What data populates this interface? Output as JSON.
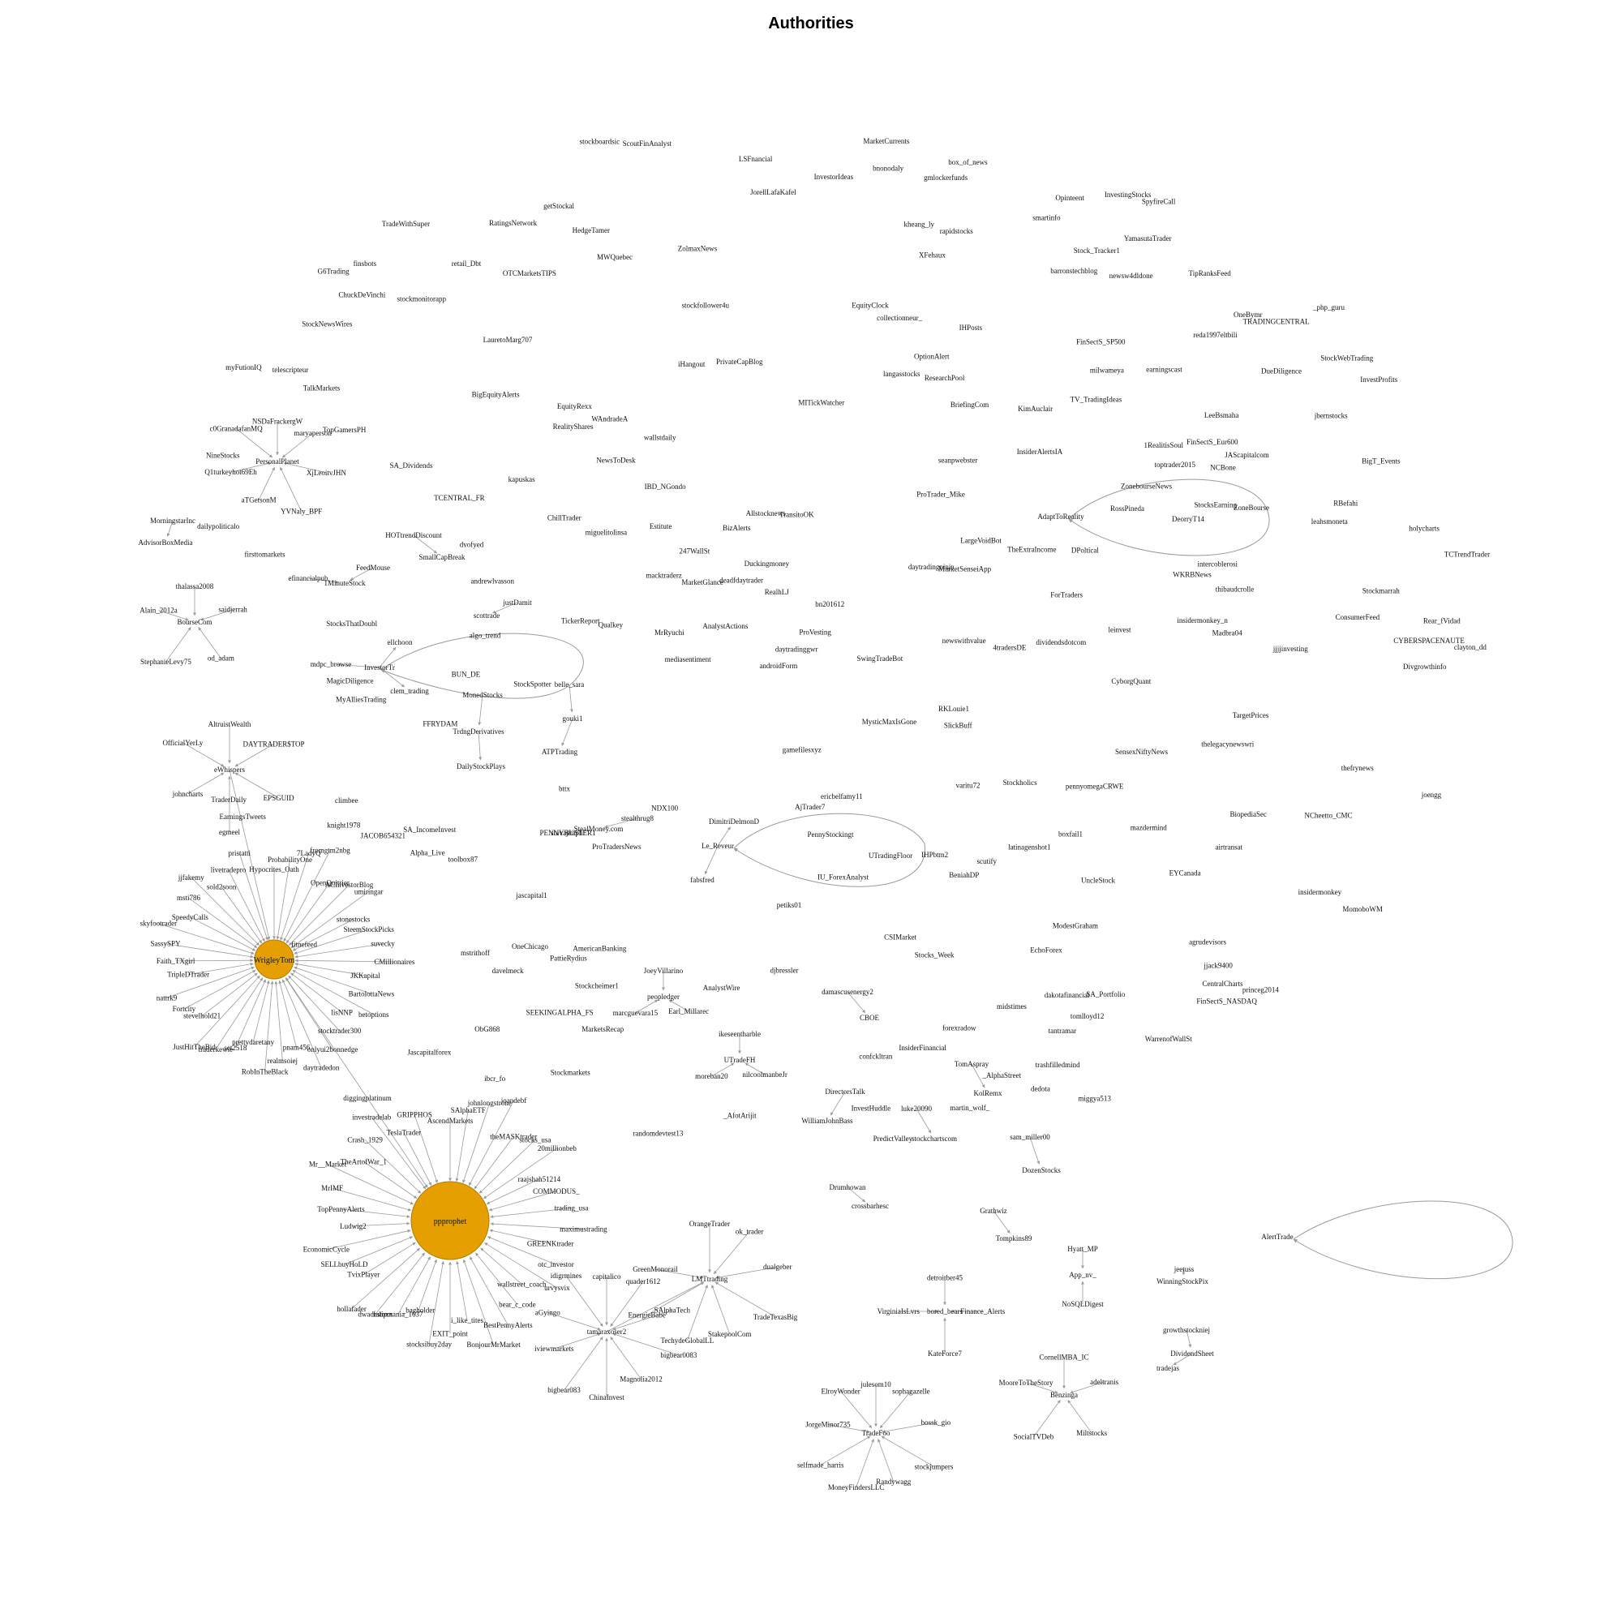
{
  "title": "Authorities",
  "colors": {
    "hub_fill": "#e69f00",
    "edge": "#9a9a9a",
    "text": "#111111"
  },
  "hubs": [
    "WrigleyTom",
    "ppprophet"
  ],
  "stars": [
    {
      "center": "ppprophet",
      "leaves": [
        "AscendMarkets",
        "SAlphaETF",
        "johnlongstrone",
        "joandebf",
        "theMASKtrader",
        "stocks_usa",
        "20millionbeb",
        "raajshah51214",
        "COMMODUS_",
        "trading_usa",
        "maximustrading",
        "GREENKtrader",
        "otc_investor",
        "urvysvix",
        "wallstreet_coach",
        "bear_c_code",
        "BestPennyAlerts",
        "BonjourMrMarket",
        "i_like_tites",
        "EXIT_point",
        "stocksibuy2day",
        "_bagholder",
        "fulipmania_1637",
        "dwadestoxx",
        "hollafader",
        "TvixPlayer",
        "SELLbuyHoLD",
        "EconomicCycle",
        "Ludwig2",
        "TopPennyAlerts",
        "MrIMF",
        "Mr__Market",
        "TheArtofWar_1",
        "Crash_1929",
        "investradelab",
        "TeslaTrader",
        "GRIPPHOS",
        "diggingplatinum"
      ]
    },
    {
      "center": "WrigleyTom",
      "leaves": [
        "Hypocrites_Oath",
        "ProbabilityOne",
        "7LadyQ",
        "fromgtm2nbg",
        "OpenQuitrier",
        "ACInvestorBlog",
        "umiringar",
        "stonestocks",
        "SteemStockPicks",
        "suvecky",
        "CMillionaires",
        "JKKapital",
        "BartolottaNews",
        "betoptions",
        "lisNNP",
        "stocktrader300",
        "onlyui2bonnedge",
        "daytradedon",
        "pnam456",
        "realmsoiej",
        "RobInTheBlack",
        "prettydaretany",
        "set2518",
        "traderkewie",
        "JustHitTheBid",
        "stevelhold21",
        "Fortcity",
        "nattrk9",
        "TripleDTrader",
        "Faith_TXgirl",
        "SassySPY",
        "skyfootrader",
        "SpeedyCalls",
        "msti786",
        "jjfakemy",
        "sold2soon",
        "livetradepro",
        "pristatti",
        "eWhispers"
      ]
    },
    {
      "center": "eWhispers",
      "leaves": [
        "AltruistWealth",
        "DAYTRADER$TOP",
        "EPSGUID",
        "egmeel",
        "johncharts",
        "OfficialYerLy"
      ]
    },
    {
      "center": "PersonalPlanet",
      "leaves": [
        "NSDaFrackergW",
        "maryaperson",
        "XjLeoitvJHN",
        "YVNaly_BPF",
        "aTGetsonM",
        "Q1turkeyhot69Eh",
        "c0GranadafanMQ"
      ]
    },
    {
      "center": "BourseCom",
      "leaves": [
        "thalassa2008",
        "saidjerrah",
        "od_adam",
        "StephanieLevy75",
        "Alain_2012a"
      ]
    },
    {
      "center": "LMTtrading",
      "leaves": [
        "OrangeTrader",
        "ok_trader",
        "dualgeber",
        "TradeTexasBig",
        "StakepoolCom",
        "TechydeGlobalLL",
        "EnergieBabe",
        "GreenMonorail",
        "tamaraxoser2"
      ]
    },
    {
      "center": "tamaraxoser2",
      "leaves": [
        "capitalico",
        "quader1612",
        "SAlphaTech",
        "bigbear0083",
        "Magnolia2012",
        "ChinaInvest",
        "bigbear083",
        "iviewmarkets",
        "aGyingo",
        "idigrmines"
      ]
    },
    {
      "center": "TradeFoo",
      "leaves": [
        "julesom10",
        "sophagazelle",
        "bossk_gio",
        "stockjumpers",
        "Randywagg",
        "MoneyFindersLLC",
        "selfmade_harris",
        "JorgeMinor735",
        "ElroyWonder"
      ]
    },
    {
      "center": "Benzinga",
      "leaves": [
        "CornellMBA_IC",
        "adeltranis",
        "Miltstocks",
        "SocialTVDeb",
        "MooreToTheStory"
      ]
    },
    {
      "center": "peopledger",
      "leaves": [
        "JoeyVillarino",
        "Earl_Millarec",
        "marcguevara15"
      ]
    },
    {
      "center": "UTradeFH",
      "leaves": [
        "ikeseentharble",
        "nilcoolmanbeJr",
        "moreban20"
      ]
    },
    {
      "center": "bored_bears",
      "leaves": [
        "detroitber45",
        "Finance_Alerts",
        "KateForce7",
        "VirginiaIsLvrs"
      ]
    },
    {
      "center": "App_nv_",
      "leaves": [
        "Hyatt_MP",
        "NoSQLDigest"
      ]
    }
  ],
  "pairs": [
    [
      "FeedMouse",
      "1MinuteStock"
    ],
    [
      "efinancialpub",
      "1MinuteStock"
    ],
    [
      "HOTtrendDiscount",
      "SmallCapBreak"
    ],
    [
      "MorningstarInc",
      "AdvisorBoxMedia"
    ],
    [
      "justDamit",
      "scottrade"
    ],
    [
      "MonedStocks",
      "TrdngDerivatives"
    ],
    [
      "TrdngDerivatives",
      "DailyStockPlays"
    ],
    [
      "gouki1",
      "ATPTrading"
    ],
    [
      "belle_sara",
      "gouki1"
    ],
    [
      "damascusenergy2",
      "CBOE"
    ],
    [
      "DirectorsTalk",
      "WilliamJohnBass"
    ],
    [
      "luke20090",
      "stockchartscom"
    ],
    [
      "sam_miller00",
      "DozenStocks"
    ],
    [
      "TomAspray",
      "KolRemx"
    ],
    [
      "Drumhowan",
      "crossbarhesc"
    ],
    [
      "Grathwiz",
      "Tompkins89"
    ],
    [
      "growthstockniej",
      "DividendSheet"
    ],
    [
      "DividendSheet",
      "tradejas"
    ],
    [
      "jeetuss",
      "WinningStockPix"
    ],
    [
      "stealthrug8",
      "StealMoney.com"
    ],
    [
      "shivajitaphi",
      "PENNYBUSTER1"
    ],
    [
      "InvestorTr",
      "mdpc_browse"
    ],
    [
      "InvestorTr",
      "ellchoon"
    ],
    [
      "InvestorTr",
      "clem_trading"
    ],
    [
      "Le_Reveur",
      "DimitriDelmonD"
    ],
    [
      "Le_Reveur",
      "fabsfred"
    ]
  ],
  "loops": [
    "InvestorTr",
    "AdaptToReality",
    "Le_Reveur",
    "AlertTrade"
  ],
  "loop_members": [
    {
      "owner": "AdaptToReality",
      "members": [
        "RossPineda",
        "DeorryT14",
        "ZoneBourse"
      ]
    },
    {
      "owner": "Le_Reveur",
      "members": [
        "PennyStockingt",
        "UTradingFloor"
      ]
    }
  ],
  "isolated": [
    "InsiderAlertsIA",
    "boxfail1",
    "Jascapitalforex",
    "SA_Portfolio",
    "ZonebourseNews",
    "reda1997eltbili",
    "ResearchPool",
    "mstrithoff",
    "StocksThatDoubl",
    "ChillTrader",
    "deadfdaytrader",
    "OneBymr",
    "SA_Dividends",
    "mediasentiment",
    "Rear_fVidad",
    "earningscast",
    "JAScapitalcom",
    "Stock_Tracker1",
    "rapidstocks",
    "DPoltical",
    "TV_TradingIdeas",
    "247WallSt",
    "_AfotArijit",
    "LSFnancial",
    "OTCMarketsTIPS",
    "RealityShares",
    "PrivateCapBlog",
    "Madbra04",
    "scutify",
    "androidForm",
    "BUN_DE",
    "thefrynews",
    "TraderDaily",
    "TheExtraIncome",
    "airtransat",
    "PattieRydius",
    "clayton_dd",
    "tantramar",
    "IHPbtm2",
    "TalkMarkets",
    "djbressler",
    "MarketsRecap",
    "davelmeck",
    "forexradow",
    "stockboardsic",
    "StockSpotter",
    "latinagenshot1",
    "dividendsdotcom",
    "dedota",
    "barronstechblog",
    "OptionAlert",
    "ForTraders",
    "ProTradersNews",
    "Estitute",
    "kapuskas",
    "MyAlliesTrading",
    "NCBone",
    "ProVesting",
    "ScoutFinAnalyst",
    "LargeVoidBot",
    "G6Trading",
    "finsbots",
    "EYCanada",
    "BigT_Events",
    "BigEquityAlerts",
    "jascapital1",
    "Stockcheimer1",
    "CyborgQuant",
    "TransitoOK",
    "pennyomegaCRWE",
    "ProTrader_Mike",
    "seanpwebster",
    "jbernstocks",
    "firsttomarkets",
    "BizAlerts",
    "insidermonkey_n",
    "trashfilledmind",
    "AmericanBanking",
    "varitu72",
    "kheang_ly",
    "MomoboWM",
    "EarningsTweets",
    "confckltran",
    "retail_Dbt",
    "ibcr_fo",
    "LeeBsmaha",
    "FinSectS_SP500",
    "princeg2014",
    "TradeWithSuper",
    "_AlphaStreet",
    "OneChicago",
    "ericbelfamy11",
    "XFehaux",
    "thibaudcrolle",
    "Stockholics",
    "MWQuebec",
    "RKLouie1",
    "WKRBNews",
    "jjack9400",
    "LauretoMarg707",
    "AnalystActions",
    "SwingTradeBot",
    "UncleStock",
    "EquityRexx",
    "jjjjinvesting",
    "thelegacynewswri",
    "StocksEarning",
    "ConsumerFeed",
    "ChuckDeVinchi",
    "TCTrendTrader",
    "JorellLafaKafel",
    "Stockmarrah",
    "agrudevisors",
    "iHangout",
    "InvestingStocks",
    "KimAuclair",
    "SlickBuff",
    "smartinfo",
    "StockNewsWires",
    "TopGamersPH",
    "toolbox87",
    "BiopediaSec",
    "algo_trend",
    "miguelitolinsa",
    "InvestHuddle",
    "telescripteur",
    "randomdevtest13",
    "HedgeTamer",
    "NDX100",
    "bn201612",
    "AjTrader7",
    "bnonodaly",
    "InsiderFinancial",
    "WarrenofWallSt",
    "MrRyuchi",
    "Qualkey",
    "AnalystWire",
    "CYBERSPACENAUTE",
    "MarketGlance",
    "TargetPrices",
    "BeniahDP",
    "TickerReport",
    "getStockal",
    "1RealitisSoul",
    "StockWebTrading",
    "holycharts",
    "andrewlvasson",
    "dvofyed",
    "leinvest",
    "mazdermind",
    "miggya513",
    "toptrader2015",
    "YamasutaTrader",
    "BriefingCom",
    "Divgrowthinfo",
    "CentralCharts",
    "petiks01",
    "gmlockerfunds",
    "dailypoliticalo",
    "ZolmaxNews",
    "Stocks_Week",
    "MarketCurrents",
    "box_of_news",
    "IBD_NGondo",
    "fitnefeed",
    "RealhLJ",
    "IHPosts",
    "4tradersDE",
    "NewsToDesk",
    "DueDiligence",
    "FFRYDAM",
    "FinSectS_NASDAQ",
    "midstimes",
    "knight1978",
    "TipRanksFeed",
    "daytradingninja",
    "ObG868",
    "Stockmarkets",
    "stockmonitorapp",
    "TCENTRAL_FR",
    "RBefahi",
    "milwameya",
    "bttx",
    "MarketSenseiApp",
    "Duckingmoney",
    "dakotafinancial",
    "IU_ForexAnalyst",
    "NineStocks",
    "SA_IncomeInvest",
    "EchoForex",
    "NCheetto_CMC",
    "wallstdaily",
    "joengg",
    "EquityClock",
    "daytradinggwr",
    "JACOB654321",
    "SpyfireCall",
    "Allstocknews",
    "tomlloyd12",
    "climbee",
    "macktraderz",
    "InvestProfits",
    "CSIMarket",
    "PredictValley",
    "leahsmoneta",
    "RatingsNetwork",
    "FinSectS_Eur600",
    "SensexNiftyNews",
    "intercoblerosi",
    "insidermonkey",
    "ModestGraham",
    "InvestorIdeas",
    "langasstocks",
    "SEEKINGALPHA_FS",
    "MagicDiligence",
    "stockfollower4u",
    "myFutionIQ",
    "MITickWatcher",
    "collectionneur_",
    "newswithvalue",
    "WAndradeA",
    "_php_guru",
    "martin_wolf_",
    "MysticMaxIsGone",
    "Opinteent",
    "Alpha_Live",
    "gamefilesxyz",
    "newsw4dldone",
    "TRADINGCENTRAL"
  ]
}
